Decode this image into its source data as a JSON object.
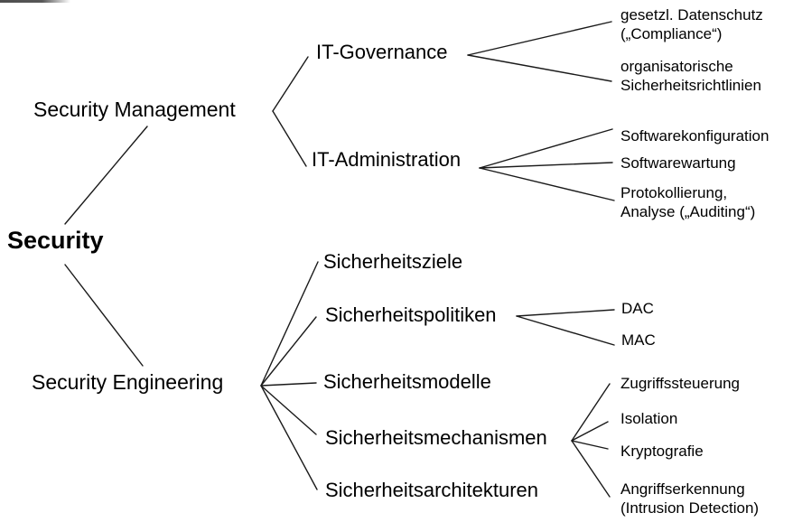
{
  "colors": {
    "background": "#ffffff",
    "text": "#000000",
    "line": "#1a1a1a"
  },
  "tree": {
    "root": {
      "label": "Security"
    },
    "branches": [
      {
        "label": "Security Management",
        "children": [
          {
            "label": "IT-Governance",
            "children": [
              {
                "label": "gesetzl. Datenschutz\n(„Compliance“)"
              },
              {
                "label": "organisatorische\nSicherheitsrichtlinien"
              }
            ]
          },
          {
            "label": "IT-Administration",
            "children": [
              {
                "label": "Softwarekonfiguration"
              },
              {
                "label": "Softwarewartung"
              },
              {
                "label": "Protokollierung,\nAnalyse („Auditing“)"
              }
            ]
          }
        ]
      },
      {
        "label": "Security Engineering",
        "children": [
          {
            "label": "Sicherheitsziele"
          },
          {
            "label": "Sicherheitspolitiken",
            "children": [
              {
                "label": "DAC"
              },
              {
                "label": "MAC"
              }
            ]
          },
          {
            "label": "Sicherheitsmodelle"
          },
          {
            "label": "Sicherheitsmechanismen",
            "children": [
              {
                "label": "Zugriffssteuerung"
              },
              {
                "label": "Isolation"
              },
              {
                "label": "Kryptografie"
              },
              {
                "label": "Angriffserkennung\n(Intrusion Detection)"
              }
            ]
          },
          {
            "label": "Sicherheitsarchitekturen"
          }
        ]
      }
    ]
  }
}
